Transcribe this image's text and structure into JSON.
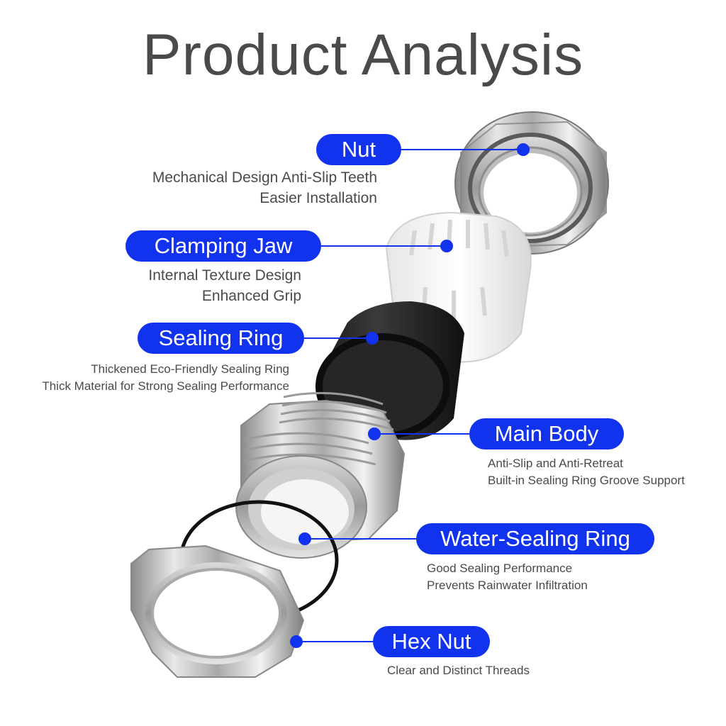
{
  "title": "Product Analysis",
  "colors": {
    "accent": "#1133ee",
    "text": "#4a4a4a"
  },
  "parts": {
    "nut": {
      "label": "Nut",
      "line1": "Mechanical Design Anti-Slip Teeth",
      "line2": "Easier Installation"
    },
    "clamping_jaw": {
      "label": "Clamping Jaw",
      "line1": "Internal Texture Design",
      "line2": "Enhanced Grip"
    },
    "sealing_ring": {
      "label": "Sealing Ring",
      "line1": "Thickened Eco-Friendly Sealing Ring",
      "line2": "Thick Material for Strong Sealing Performance"
    },
    "main_body": {
      "label": "Main Body",
      "line1": "Anti-Slip and Anti-Retreat",
      "line2": "Built-in Sealing Ring Groove Support"
    },
    "water_sealing_ring": {
      "label": "Water-Sealing Ring",
      "line1": "Good Sealing Performance",
      "line2": "Prevents Rainwater Infiltration"
    },
    "hex_nut": {
      "label": "Hex Nut",
      "line1": "Clear and Distinct Threads"
    }
  }
}
